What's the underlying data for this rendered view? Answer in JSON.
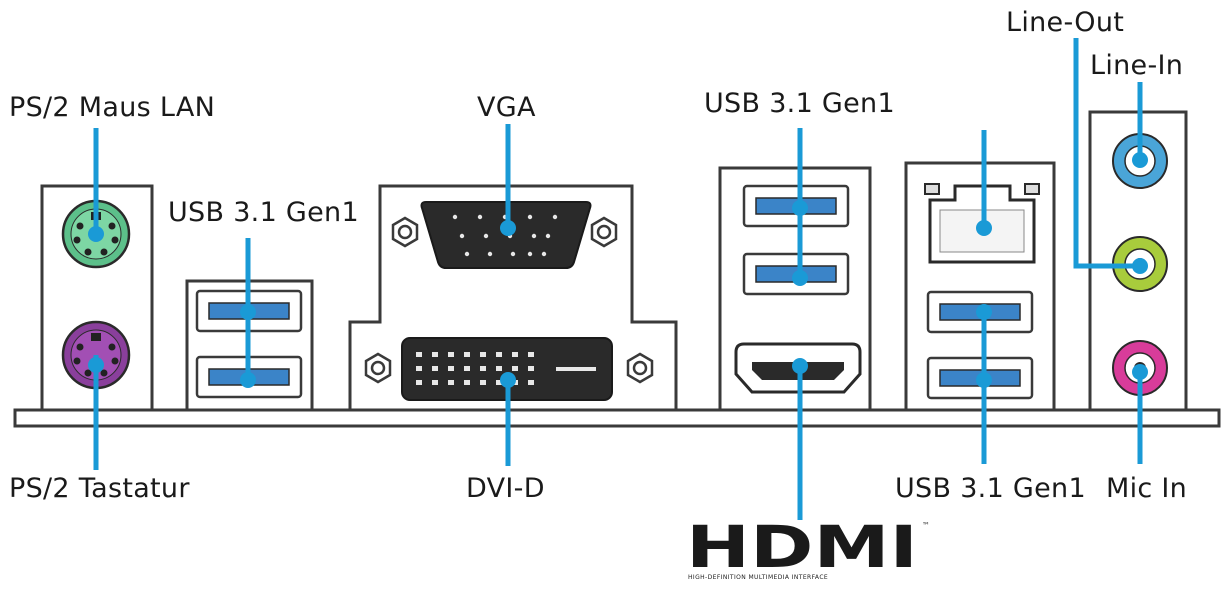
{
  "labels": {
    "ps2_mouse_lan": "PS/2 Maus LAN",
    "ps2_keyboard": "PS/2 Tastatur",
    "usb_left": "USB 3.1 Gen1",
    "vga": "VGA",
    "dvi_d": "DVI-D",
    "usb_top_right": "USB 3.1 Gen1",
    "usb_bottom_right": "USB 3.1 Gen1",
    "line_out": "Line-Out",
    "line_in": "Line-In",
    "mic_in": "Mic In"
  },
  "hdmi_logo": {
    "text": "HDMI",
    "tagline": "HIGH-DEFINITION MULTIMEDIA INTERFACE"
  },
  "colors": {
    "leader_line": "#1a9ad6",
    "ps2_mouse": "#5cc08a",
    "ps2_keyboard": "#8a3f9c",
    "usb_blue": "#3b84c8",
    "line_in_blue": "#4aa5d8",
    "line_out_green": "#a8cc3c",
    "mic_pink": "#d83c9a",
    "outline": "#3a3a3a"
  }
}
